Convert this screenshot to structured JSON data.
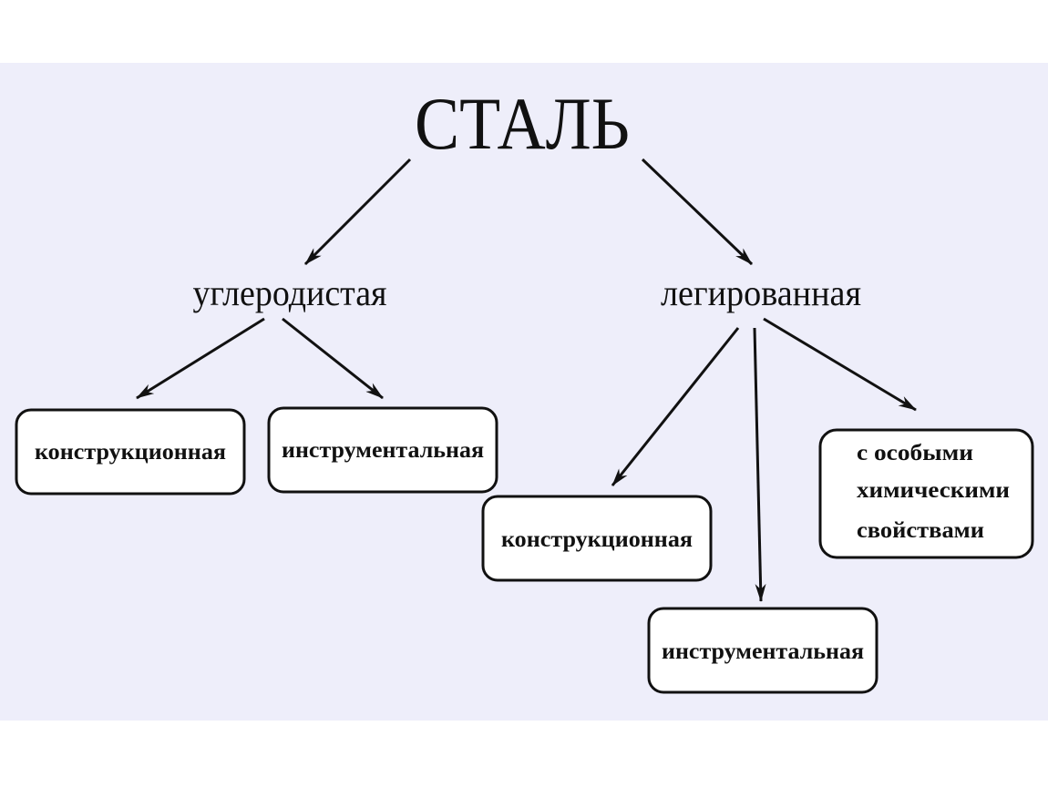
{
  "title": "СТАЛЬ",
  "branches": {
    "carbon": {
      "label": "углеродистая",
      "children": [
        "конструкционная",
        "инструментальная"
      ]
    },
    "alloy": {
      "label": "легированная",
      "children": [
        "конструкционная",
        "инструментальная",
        "с особыми",
        "химическими",
        "свойствами"
      ]
    }
  },
  "colors": {
    "background": "#eeeefa",
    "line": "#111111",
    "box_fill": "#ffffff"
  }
}
